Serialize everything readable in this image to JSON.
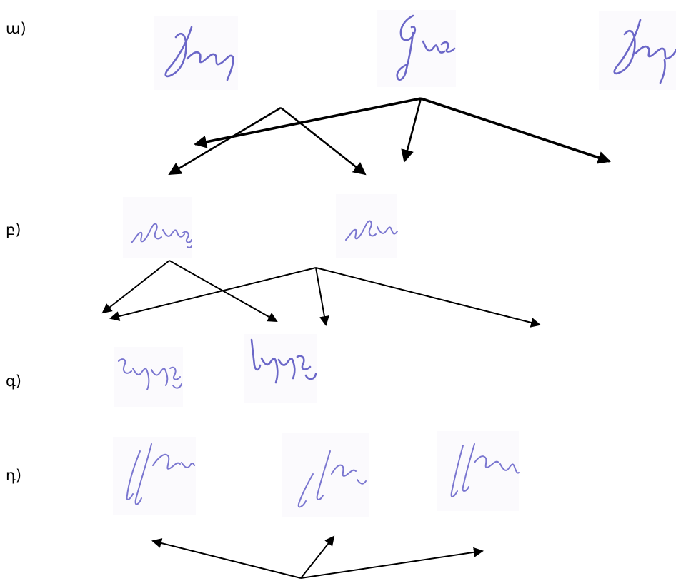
{
  "rows": [
    {
      "id": "a",
      "label": "ա)"
    },
    {
      "id": "b",
      "label": "բ)"
    },
    {
      "id": "c",
      "label": "գ)"
    },
    {
      "id": "d",
      "label": "դ)"
    }
  ],
  "colors": {
    "ink": "#6b67c8",
    "arrow": "#000000",
    "background": "#ffffff"
  }
}
